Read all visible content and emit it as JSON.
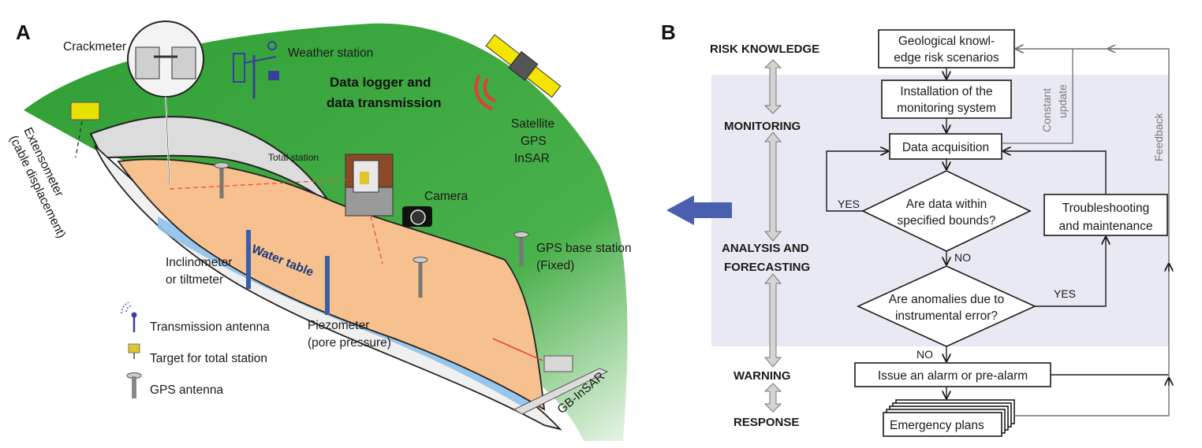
{
  "panel_a": {
    "letter": "A",
    "labels": {
      "crackmeter": "Crackmeter",
      "weather_station": "Weather station",
      "data_logger_line1": "Data logger and",
      "data_logger_line2": "data transmission",
      "satellite": "Satellite",
      "gps": "GPS",
      "insar": "InSAR",
      "total_station": "Total station",
      "camera": "Camera",
      "extensometer_line1": "Extensometer",
      "extensometer_line2": "(cable displacement)",
      "water_table": "Water table",
      "inclinometer_line1": "Inclinometer",
      "inclinometer_line2": "or tiltmeter",
      "piezometer_line1": "Piezometer",
      "piezometer_line2": "(pore pressure)",
      "gps_base_line1": "GPS base station",
      "gps_base_line2": "(Fixed)",
      "gb_insar": "GB-InSAR"
    },
    "legend": [
      {
        "icon": "transmission-antenna-icon",
        "label": "Transmission antenna"
      },
      {
        "icon": "total-station-target-icon",
        "label": "Target for total station"
      },
      {
        "icon": "gps-antenna-icon",
        "label": "GPS antenna"
      }
    ],
    "colors": {
      "ground_green": "#3aa535",
      "landslide_body": "#f6c08f",
      "water": "#8fc1ea",
      "antenna_blue": "#3a3f9a",
      "target_yellow": "#e0c62a",
      "satellite_yellow": "#f5e400",
      "signal_red": "#e43b3b"
    }
  },
  "panel_b": {
    "letter": "B",
    "stages": [
      "RISK KNOWLEDGE",
      "MONITORING",
      "ANALYSIS AND",
      "FORECASTING",
      "WARNING",
      "RESPONSE"
    ],
    "boxes": {
      "geological_line1": "Geological knowl-",
      "geological_line2": "edge risk scenarios",
      "installation_line1": "Installation of the",
      "installation_line2": "monitoring system",
      "data_acquisition": "Data acquisition",
      "troubleshooting_line1": "Troubleshooting",
      "troubleshooting_line2": "and maintenance",
      "alarm": "Issue an alarm or pre-alarm",
      "emergency": "Emergency plans"
    },
    "decisions": {
      "bounds_line1": "Are data within",
      "bounds_line2": "specified bounds?",
      "anomalies_line1": "Are anomalies due to",
      "anomalies_line2": "instrumental error?"
    },
    "edge_labels": {
      "yes1": "YES",
      "no1": "NO",
      "yes2": "YES",
      "no2": "NO",
      "constant_update_line1": "Constant",
      "constant_update_line2": "update",
      "feedback": "Feedback"
    },
    "colors": {
      "shaded_band": "#e9e9f3",
      "arrow_blue": "#4a5fae",
      "stage_arrow": "#d4d4d4"
    }
  }
}
